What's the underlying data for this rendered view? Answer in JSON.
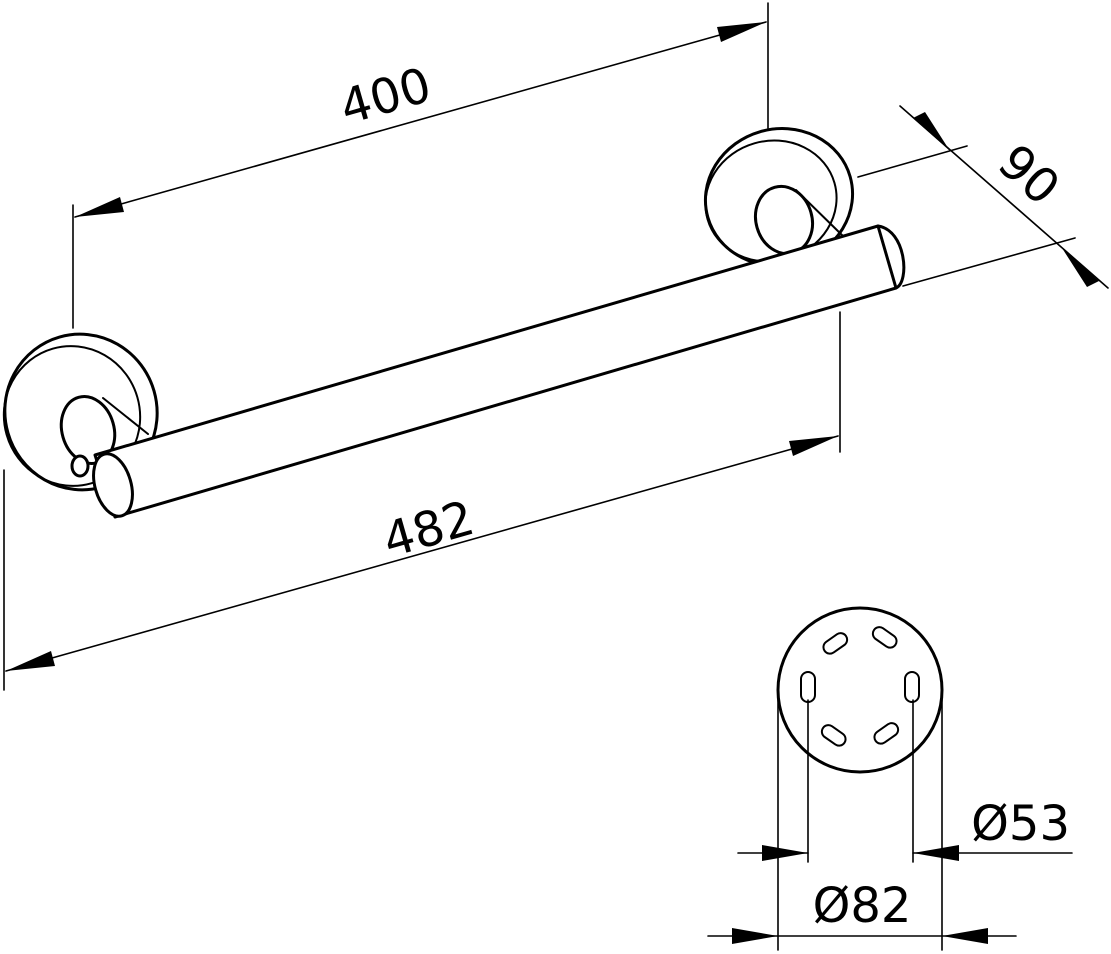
{
  "dimensions": {
    "mount_distance": "400",
    "overall_length": "482",
    "wall_projection": "90",
    "bar_diameter": "Ø53",
    "rosette_diameter": "Ø82"
  }
}
